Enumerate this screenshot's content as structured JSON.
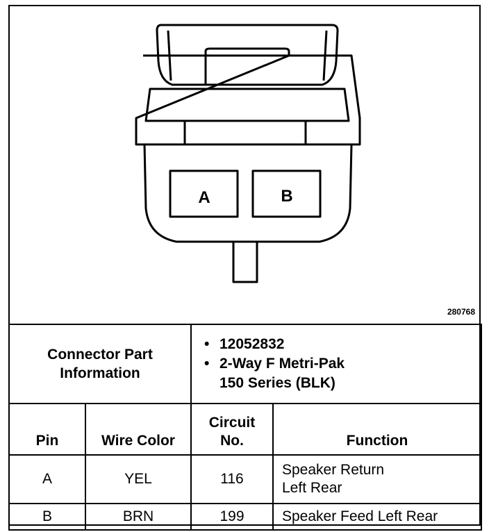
{
  "figure_id": "280768",
  "connector": {
    "cavities": [
      {
        "label": "A"
      },
      {
        "label": "B"
      }
    ]
  },
  "part_info": {
    "label_line1": "Connector Part",
    "label_line2": "Information",
    "items": [
      {
        "line1": "12052832",
        "line2": ""
      },
      {
        "line1": "2-Way F Metri-Pak",
        "line2": "150 Series (BLK)"
      }
    ]
  },
  "table": {
    "headers": {
      "pin": "Pin",
      "wire_color": "Wire Color",
      "circuit_line1": "Circuit",
      "circuit_line2": "No.",
      "function": "Function"
    },
    "rows": [
      {
        "pin": "A",
        "wire_color": "YEL",
        "circuit": "116",
        "function_line1": "Speaker Return",
        "function_line2": "Left Rear"
      },
      {
        "pin": "B",
        "wire_color": "BRN",
        "circuit": "199",
        "function_line1": "Speaker Feed Left Rear",
        "function_line2": ""
      }
    ]
  }
}
